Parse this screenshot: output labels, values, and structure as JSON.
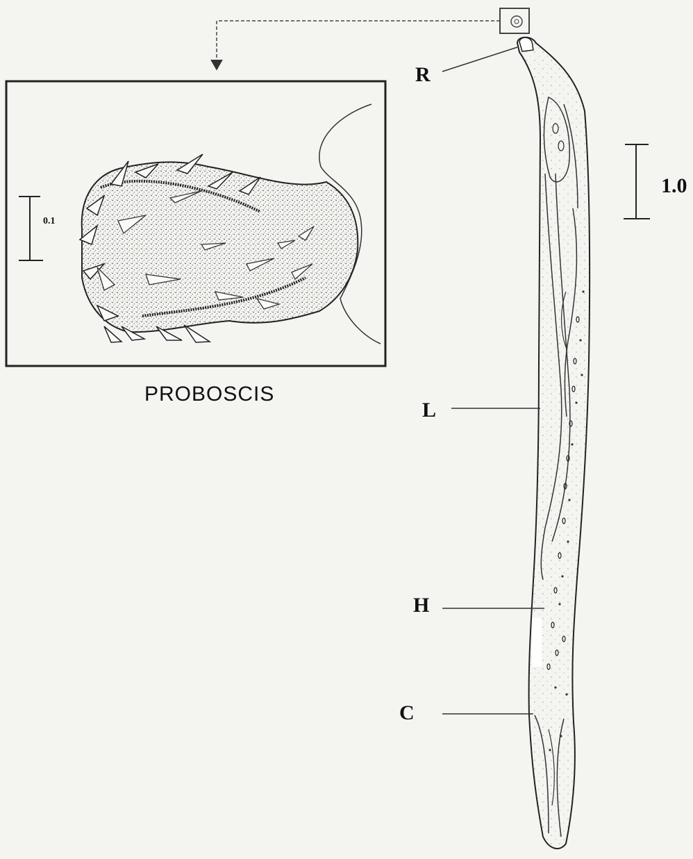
{
  "inset": {
    "caption": "PROBOSCIS",
    "scale_label": "0.1"
  },
  "worm": {
    "scale_label": "1.0",
    "labels": {
      "r": "R",
      "l": "L",
      "h": "H",
      "c": "C"
    }
  }
}
